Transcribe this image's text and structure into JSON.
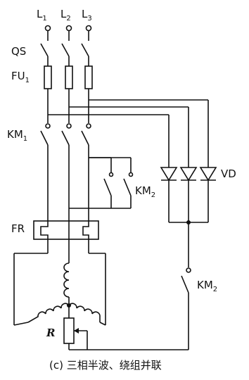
{
  "labels": {
    "l1": "L",
    "l1_sub": "1",
    "l2": "L",
    "l2_sub": "2",
    "l3": "L",
    "l3_sub": "3",
    "qs": "QS",
    "fu": "FU",
    "fu_sub": "1",
    "km1": "KM",
    "km1_sub": "1",
    "km2_contacts": "KM",
    "km2_contacts_sub": "2",
    "vd": "VD",
    "fr": "FR",
    "km2_switch": "KM",
    "km2_switch_sub": "2",
    "resistor": "R"
  },
  "caption": "(c) 三相半波、绕组并联"
}
